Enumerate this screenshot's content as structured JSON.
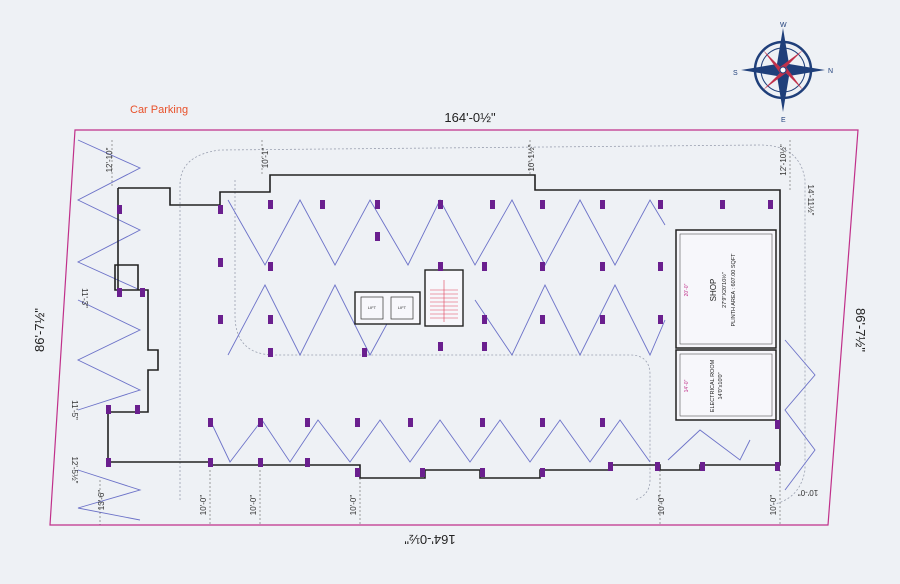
{
  "title": "Car Parking",
  "dimensions": {
    "top": "164'-0½\"",
    "bottom": "164'-0½\"",
    "left": "86'-7½\"",
    "right": "86'-7½\"",
    "top_left": "12'-10\"",
    "top_mid_left": "10'-1\"",
    "top_mid": "10'-1½\"",
    "top_right": "12'-10½\"",
    "right_upper": "14'-11½\"",
    "right_lower": "10'-0\"",
    "left_upper": "11'-3\"",
    "left_mid": "11'-5\"",
    "left_lower": "12'-5½\"",
    "bottom_left": "13'-6\"",
    "bottom_1": "10'-0\"",
    "bottom_2": "10'-0\"",
    "bottom_3": "10'-0\"",
    "bottom_4": "10'-0\"",
    "bottom_5": "10'-0\""
  },
  "rooms": {
    "shop_name": "SHOP",
    "shop_size": "27'9\"X20'10½\"",
    "shop_area": "PLINTH AREA : 607.00 SQFT",
    "shop_dim": "20'-0\"",
    "electrical_name": "ELECTRICAL ROOM",
    "electrical_size": "14'0\"x10'0\"",
    "electrical_dim": "14'-0\"",
    "lift_1": "LIFT",
    "lift_2": "LIFT"
  },
  "compass": {
    "north": "N",
    "south": "S",
    "east": "E",
    "west": "W"
  },
  "colors": {
    "plot_line": "#c0308a",
    "wall": "#222222",
    "zigzag": "#6c72c8",
    "column": "#6a1f8e",
    "label": "#e8512a",
    "compass": "#1f3f7a"
  }
}
